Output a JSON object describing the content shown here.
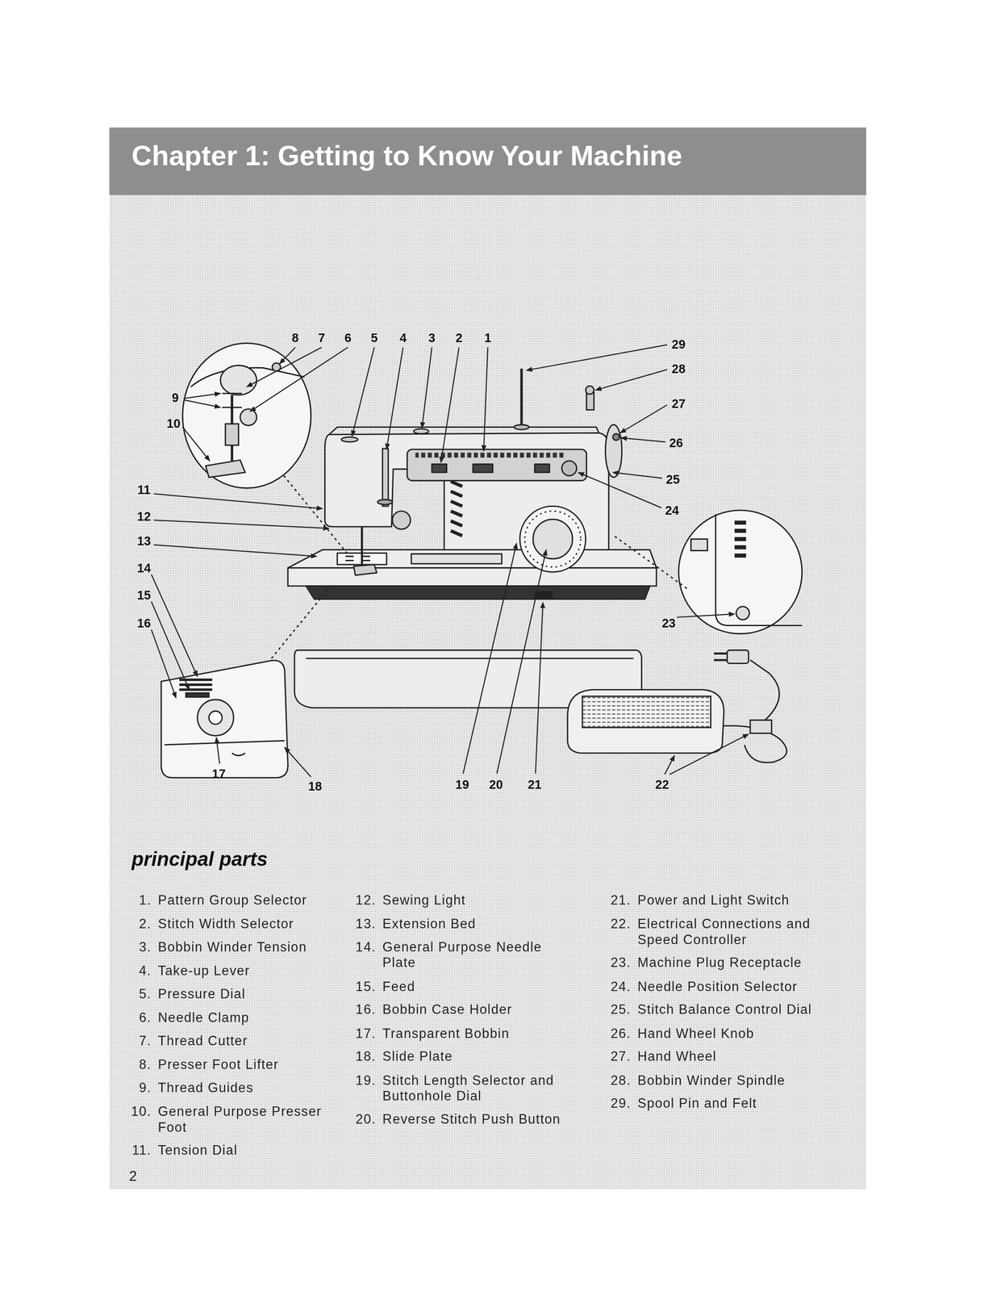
{
  "diagram": {
    "title": "Chapter 1: Getting to Know Your Machine",
    "labels": [
      "1",
      "2",
      "3",
      "4",
      "5",
      "6",
      "7",
      "8",
      "9",
      "10",
      "11",
      "12",
      "13",
      "14",
      "15",
      "16",
      "17",
      "18",
      "19",
      "20",
      "21",
      "22",
      "23",
      "24",
      "25",
      "26",
      "27",
      "28",
      "29",
      "principal parts",
      "1.",
      "Pattern Group Selector",
      "2.",
      "Stitch Width Selector",
      "3.",
      "Bobbin Winder Tension",
      "4.",
      "Take-up Lever",
      "5.",
      "Pressure Dial",
      "6.",
      "Needle Clamp",
      "7.",
      "Thread Cutter",
      "8.",
      "Presser Foot Lifter",
      "9.",
      "Thread Guides",
      "10.",
      "General Purpose Presser Foot",
      "11.",
      "Tension Dial",
      "12.",
      "Sewing Light",
      "13.",
      "Extension Bed",
      "14.",
      "General Purpose Needle Plate",
      "15.",
      "Feed",
      "16.",
      "Bobbin Case Holder",
      "17.",
      "Transparent Bobbin",
      "18.",
      "Slide Plate",
      "19.",
      "Stitch Length Selector and Buttonhole Dial",
      "20.",
      "Reverse Stitch Push Button",
      "21.",
      "Power and Light Switch",
      "22.",
      "Electrical Connections and Speed Controller",
      "23.",
      "Machine Plug Receptacle",
      "24.",
      "Needle Position Selector",
      "25.",
      "Stitch Balance Control Dial",
      "26.",
      "Hand Wheel Knob",
      "27.",
      "Hand Wheel",
      "28.",
      "Bobbin Winder Spindle",
      "29.",
      "Spool Pin and Felt",
      "2"
    ]
  }
}
